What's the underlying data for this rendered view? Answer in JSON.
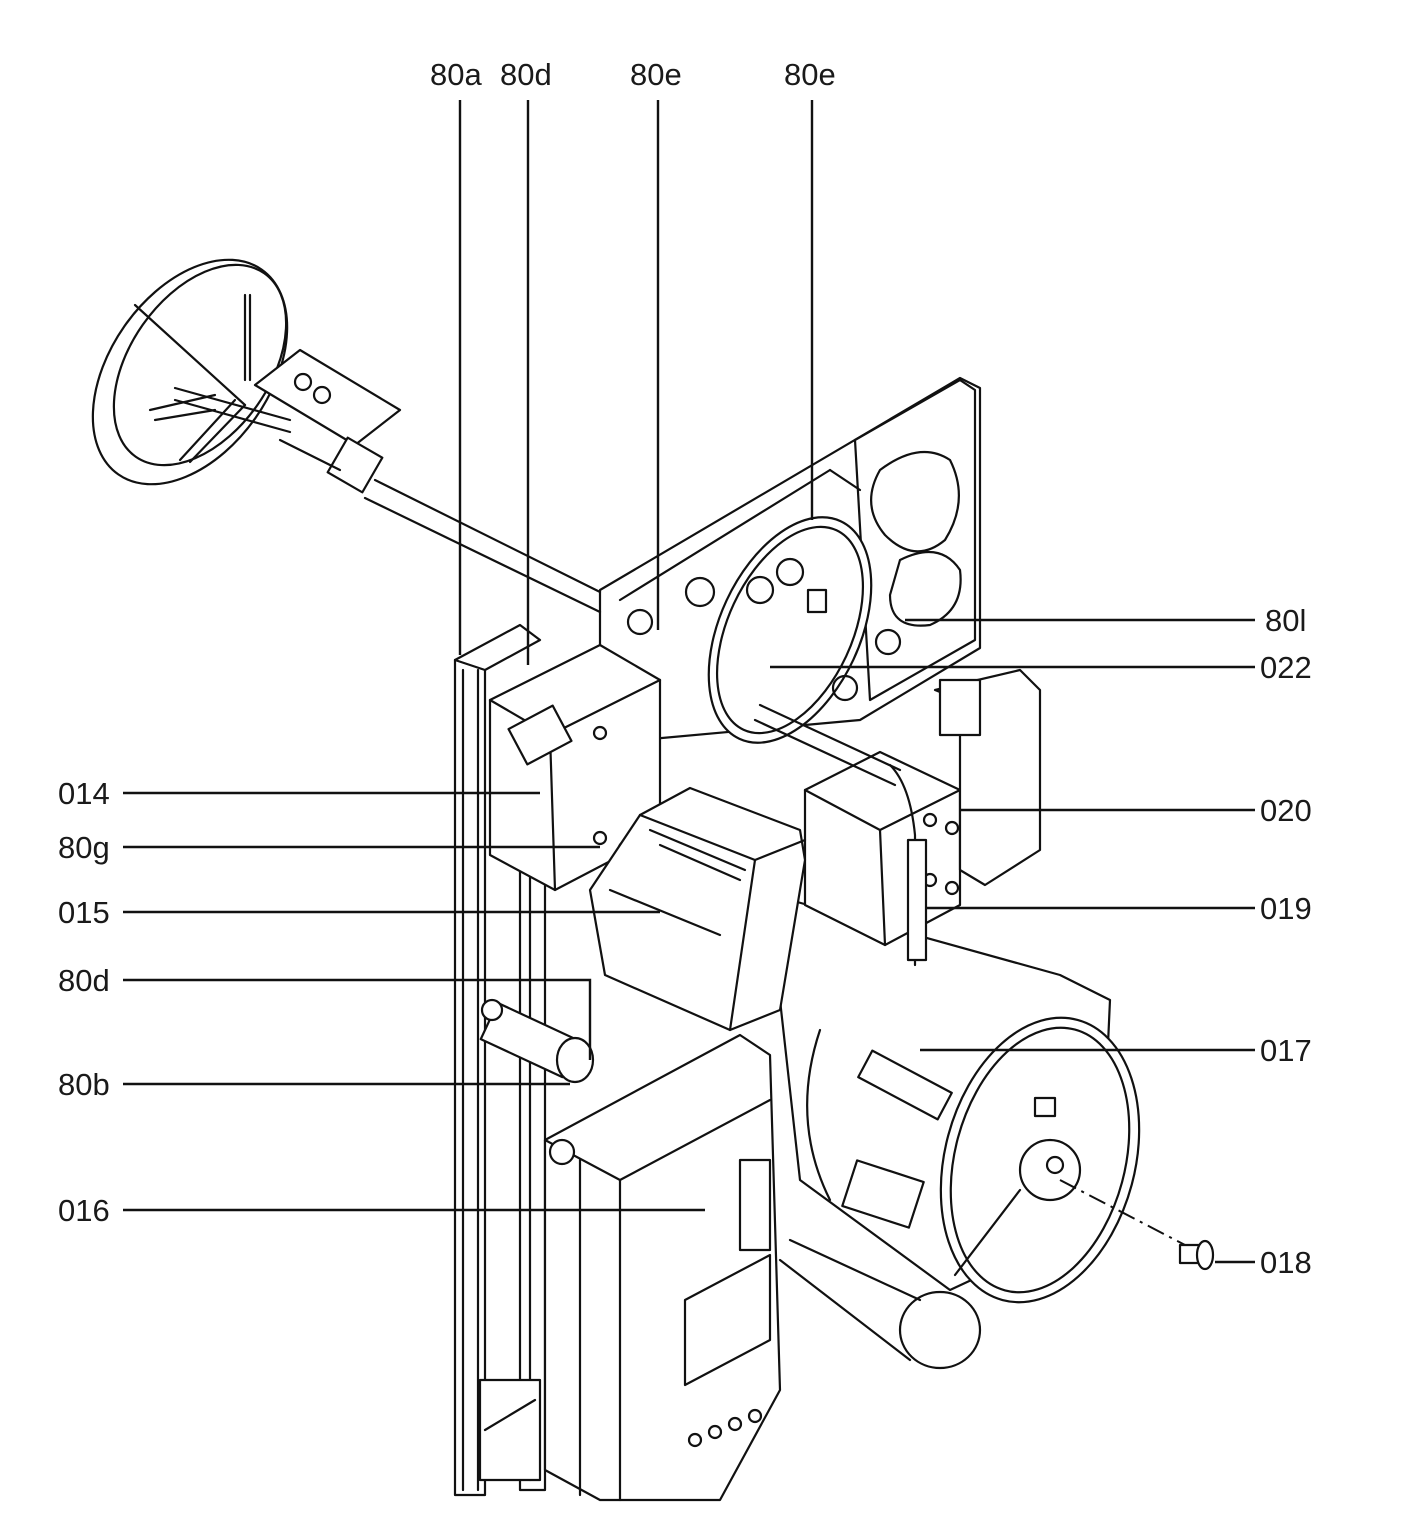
{
  "diagram": {
    "type": "exploded-parts-drawing",
    "subject": "burner assembly",
    "callouts": {
      "top": [
        "80a",
        "80d",
        "80e",
        "80e"
      ],
      "left": [
        "014",
        "80g",
        "015",
        "80d",
        "80b",
        "016"
      ],
      "right": [
        "80l",
        "022",
        "020",
        "019",
        "017",
        "018"
      ]
    },
    "colors": {
      "line": "#111111",
      "label": "#1a1a1a",
      "background": "#ffffff"
    }
  }
}
